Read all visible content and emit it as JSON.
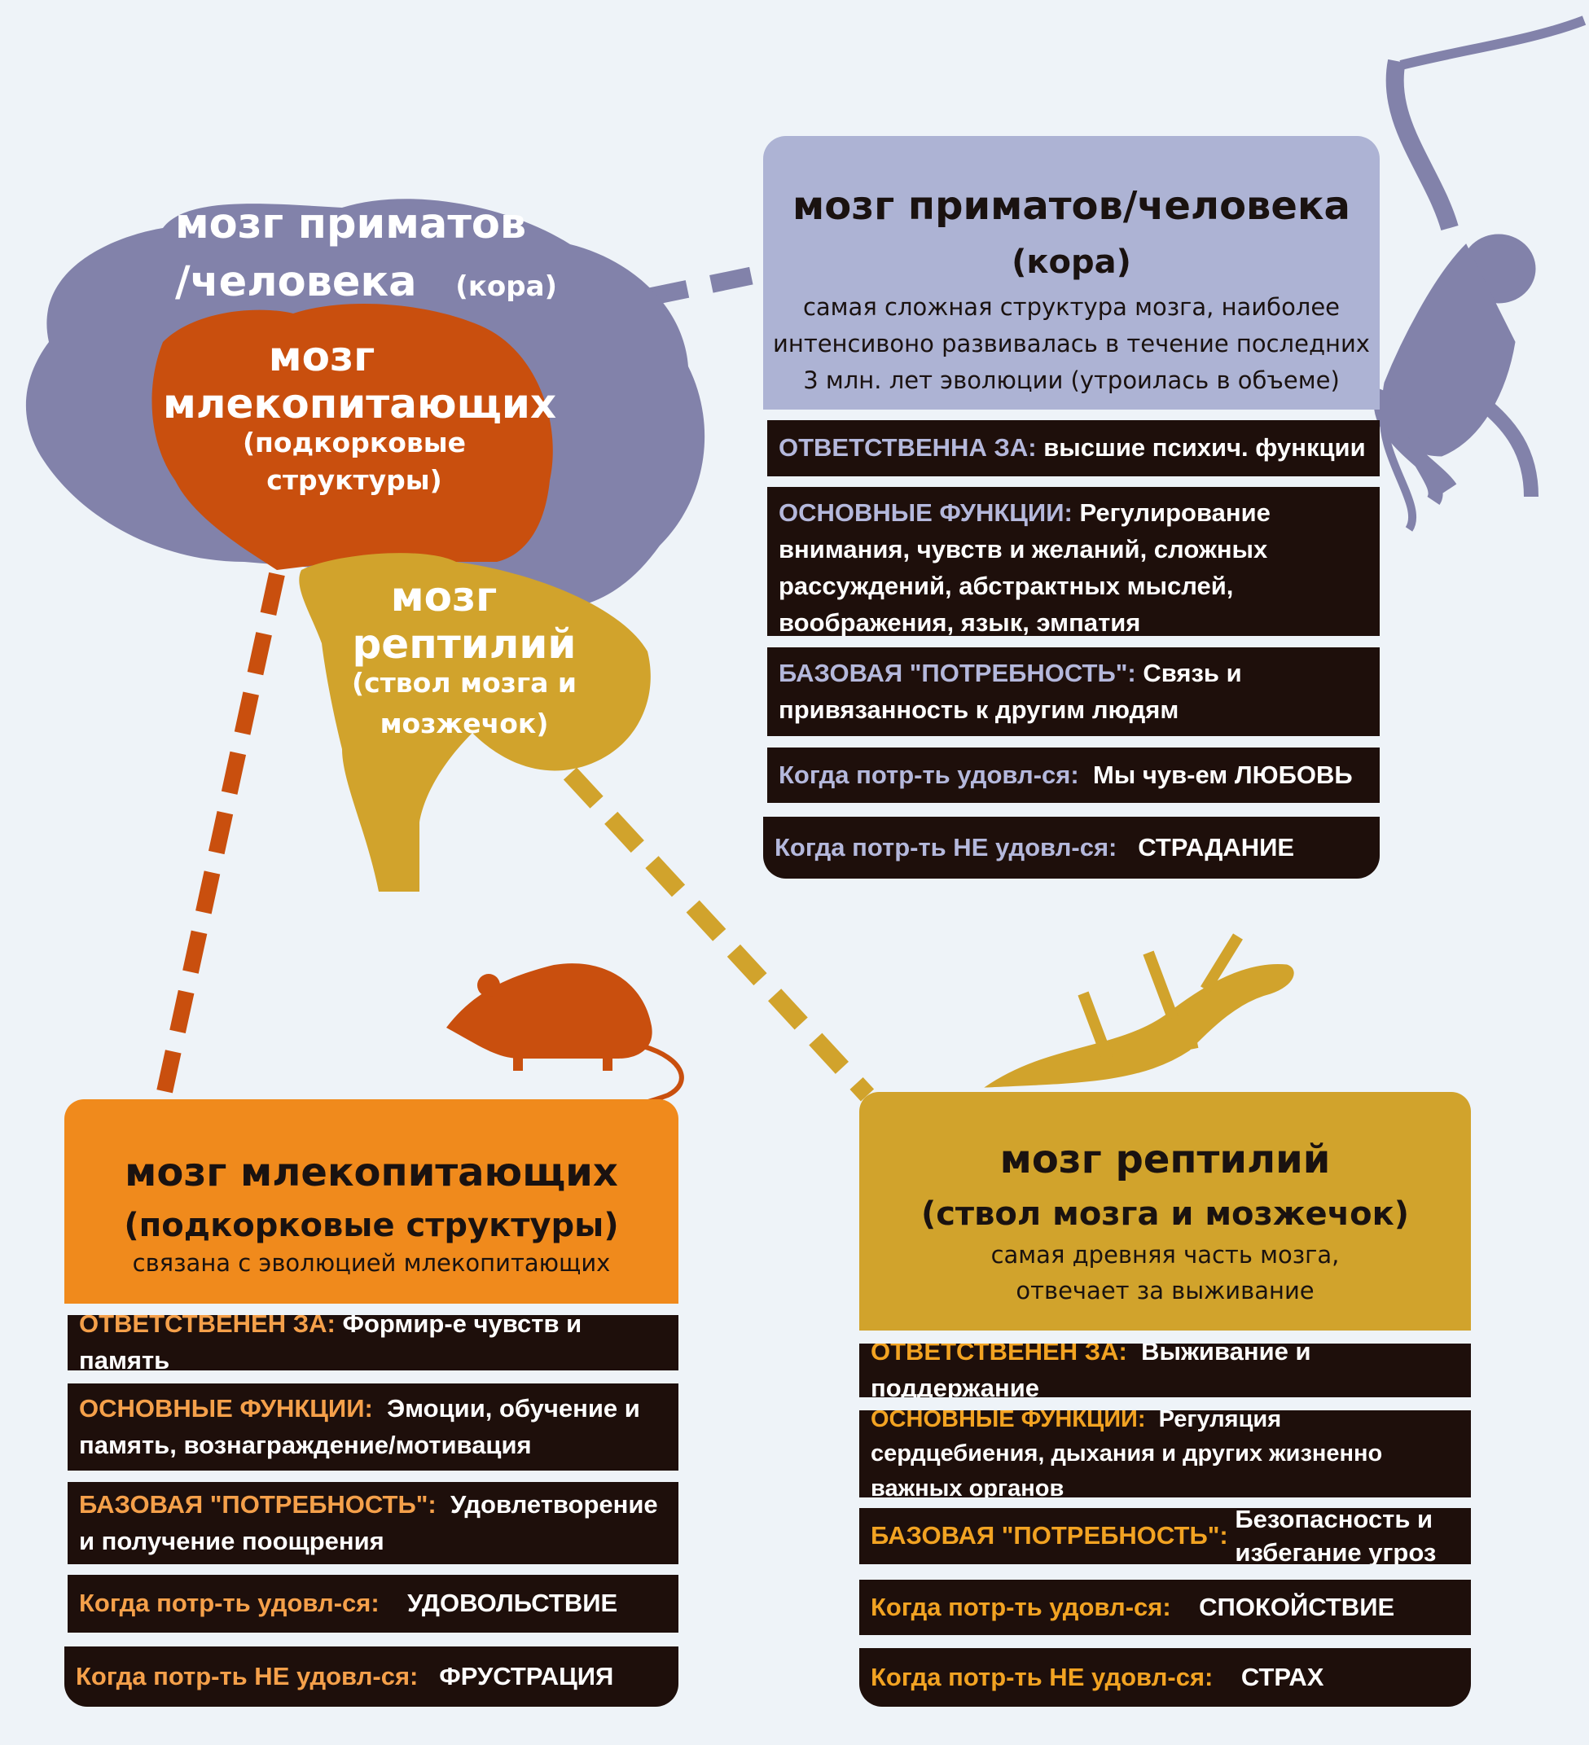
{
  "brain_labels": {
    "primate": [
      "мозг приматов",
      "/человека",
      "(кора)"
    ],
    "mammal": [
      "мозг",
      "млекопитающих",
      "(подкорковые",
      "структуры)"
    ],
    "reptile": [
      "мозг",
      "рептилий",
      "(ствол мозга и",
      "мозжечок)"
    ]
  },
  "colors": {
    "background": "#eef3f8",
    "primate": "#8282aa",
    "primate_header": "#adb3d4",
    "mammal_brain": "#c94f0e",
    "mammal_header": "#f08a1c",
    "reptile": "#d1a32c",
    "row": "#1e0f0b"
  },
  "primate": {
    "title": "мозг приматов/человека",
    "subtitle": "(кора)",
    "description": "самая сложная структура мозга, наиболее интенсивоно развивалась в течение последних 3 млн. лет эволюции (утроилась в объеме)",
    "rows": [
      {
        "label": "ОТВЕТСТВЕННА ЗА:",
        "value": "высшие психич. функции"
      },
      {
        "label": "ОСНОВНЫЕ ФУНКЦИИ:",
        "value": "Регулирование внимания, чувств и желаний, сложных рассуждений, абстрактных мыслей, воображения, язык, эмпатия"
      },
      {
        "label": "БАЗОВАЯ \"ПОТРЕБНОСТЬ\":",
        "value": "Связь и привязанность к другим людям"
      },
      {
        "label": "Когда потр-ть удовл-ся:",
        "value": "Мы чув-ем ЛЮБОВЬ"
      },
      {
        "label": "Когда потр-ть НЕ удовл-ся:",
        "value": "СТРАДАНИЕ"
      }
    ]
  },
  "mammal": {
    "title": "мозг млекопитающих",
    "subtitle": "(подкорковые структуры)",
    "description": "связана с эволюцией млекопитающих",
    "rows": [
      {
        "label": "ОТВЕТСТВЕНЕН ЗА:",
        "value": "Формир-е чувств и память"
      },
      {
        "label": "ОСНОВНЫЕ ФУНКЦИИ:",
        "value": "Эмоции, обучение и память, вознаграждение/мотивация"
      },
      {
        "label": "БАЗОВАЯ \"ПОТРЕБНОСТЬ\":",
        "value": "Удовлетворение и получение поощрения"
      },
      {
        "label": "Когда потр-ть удовл-ся:",
        "value": "УДОВОЛЬСТВИЕ"
      },
      {
        "label": "Когда потр-ть НЕ удовл-ся:",
        "value": "ФРУСТРАЦИЯ"
      }
    ]
  },
  "reptile": {
    "title": "мозг рептилий",
    "subtitle": "(ствол мозга и мозжечок)",
    "description": "самая древняя часть мозга, отвечает за выживание",
    "rows": [
      {
        "label": "ОТВЕТСТВЕНЕН ЗА:",
        "value": "Выживание и поддержание"
      },
      {
        "label": "ОСНОВНЫЕ ФУНКЦИИ:",
        "value": "Регуляция сердцебиения, дыхания и других жизненно важных органов"
      },
      {
        "label": "БАЗОВАЯ \"ПОТРЕБНОСТЬ\":",
        "value": "Безопасность и избегание угроз"
      },
      {
        "label": "Когда потр-ть удовл-ся:",
        "value": "СПОКОЙСТВИЕ"
      },
      {
        "label": "Когда потр-ть НЕ удовл-ся:",
        "value": "СТРАХ"
      }
    ]
  }
}
